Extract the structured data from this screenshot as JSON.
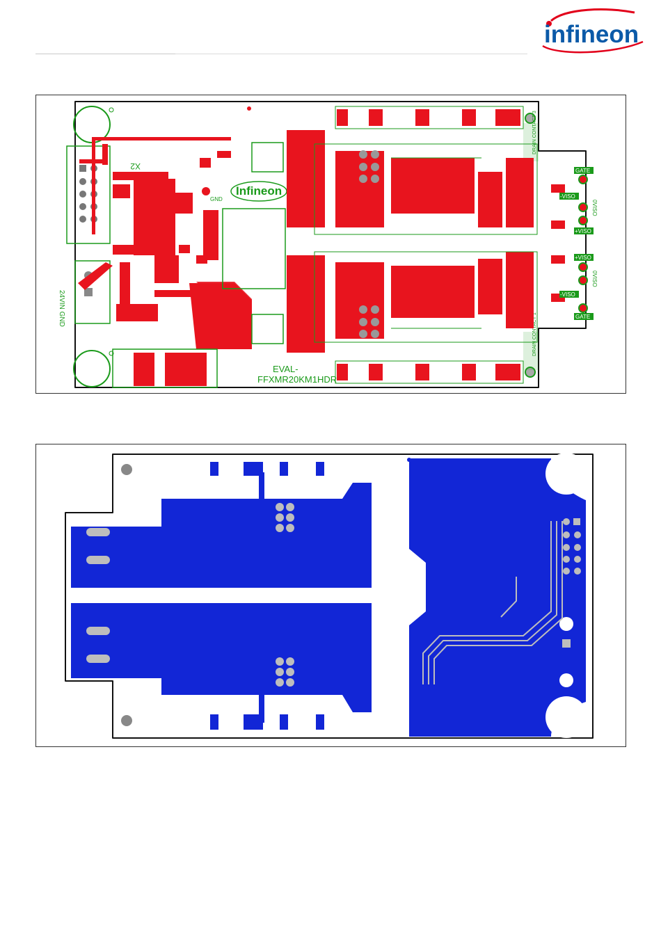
{
  "header": {
    "brand": "infineon"
  },
  "top_layer": {
    "board_name_line1": "EVAL-",
    "board_name_line2": "FFXMR20KM1HDR",
    "silk_logo": "Infineon",
    "connector_ref": "X2",
    "power_label": "24VIN GND",
    "gnd_label": "GND",
    "right_labels": [
      "GATE",
      "-VISO",
      "0VISO",
      "+VISO",
      "+VISO",
      "0VISO",
      "-VISO",
      "GATE"
    ],
    "drain_top": "DRAIN CONTACT 3",
    "drain_bottom": "DRAIN CONTACT 1",
    "colors": {
      "copper": "#e8141e",
      "silk": "#1a9a1a",
      "outline": "#111111"
    }
  },
  "bottom_layer": {
    "colors": {
      "copper": "#1226d6",
      "pad": "#bdbdbd",
      "outline": "#111111"
    }
  }
}
